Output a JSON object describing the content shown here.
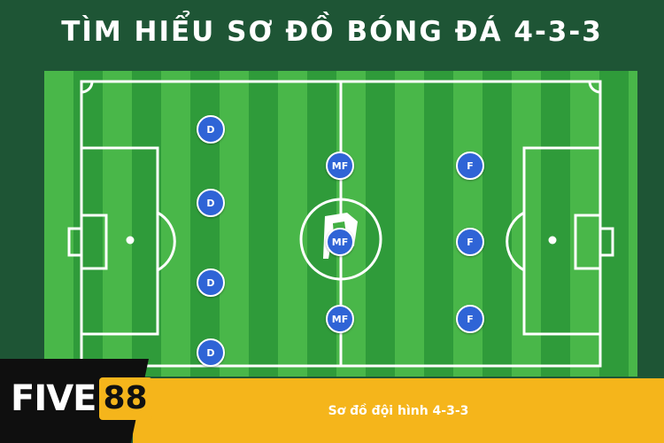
{
  "header": {
    "title": "TÌM HIỂU SƠ ĐỒ BÓNG ĐÁ 4-3-3"
  },
  "pitch": {
    "formation": "4-3-3",
    "colors": {
      "grass_light": "#49b749",
      "grass_dark": "#2f9b3a",
      "lines": "#ffffff",
      "player_fill": "#2f64d6"
    },
    "players": [
      {
        "label": "D"
      },
      {
        "label": "D"
      },
      {
        "label": "D"
      },
      {
        "label": "D"
      },
      {
        "label": "MF"
      },
      {
        "label": "MF"
      },
      {
        "label": "MF"
      },
      {
        "label": "F"
      },
      {
        "label": "F"
      },
      {
        "label": "F"
      }
    ],
    "logo_icon": "five88-emblem-icon"
  },
  "footer": {
    "brand_word": "FIVE",
    "brand_number": "88",
    "caption": "Sơ đồ đội hình 4-3-3",
    "accent": "#f5b51b"
  }
}
